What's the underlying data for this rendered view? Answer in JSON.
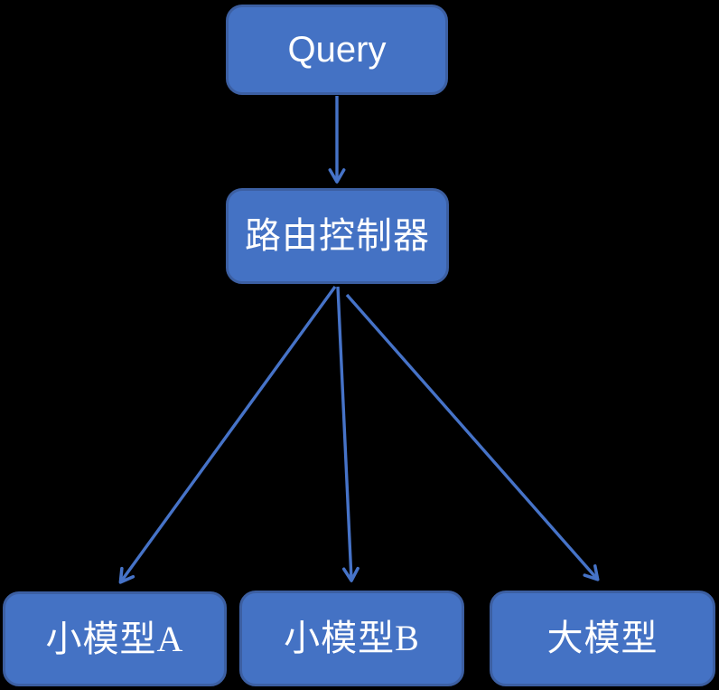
{
  "colors": {
    "node_fill": "#4472C4",
    "node_border": "#3C5FA2",
    "arrow": "#4673C8",
    "text": "#FFFFFF",
    "background": "#000000"
  },
  "diagram": {
    "type": "flowchart",
    "nodes": [
      {
        "id": "query",
        "label": "Query"
      },
      {
        "id": "router",
        "label": "路由控制器"
      },
      {
        "id": "small-model-a",
        "label": "小模型A"
      },
      {
        "id": "small-model-b",
        "label": "小模型B"
      },
      {
        "id": "large-model",
        "label": "大模型"
      }
    ],
    "edges": [
      {
        "from": "query",
        "to": "router"
      },
      {
        "from": "router",
        "to": "small-model-a"
      },
      {
        "from": "router",
        "to": "small-model-b"
      },
      {
        "from": "router",
        "to": "large-model"
      }
    ]
  }
}
